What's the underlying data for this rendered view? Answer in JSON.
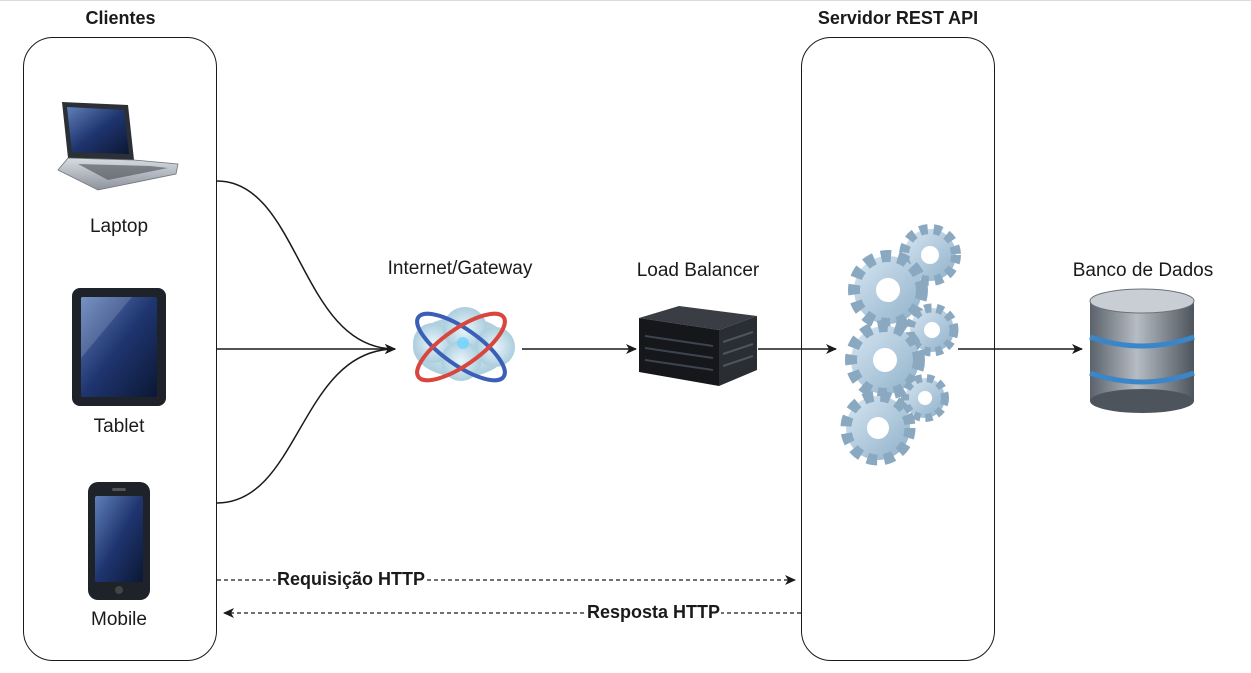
{
  "groups": {
    "clients": "Clientes",
    "server": "Servidor REST API"
  },
  "devices": {
    "laptop": "Laptop",
    "tablet": "Tablet",
    "mobile": "Mobile"
  },
  "nodes": {
    "internet": "Internet/Gateway",
    "load_balancer": "Load Balancer",
    "database": "Banco de Dados"
  },
  "messages": {
    "request": "Requisição HTTP",
    "response": "Resposta HTTP"
  },
  "colors": {
    "line": "#1a1a1a",
    "gear": "#a9c4da",
    "db": "#7d8690",
    "db_ring": "#3a86c8"
  },
  "icons": {
    "laptop": "laptop-icon",
    "tablet": "tablet-icon",
    "mobile": "mobile-icon",
    "internet": "cloud-network-icon",
    "load_balancer": "server-rack-icon",
    "server": "gears-icon",
    "database": "database-icon"
  }
}
